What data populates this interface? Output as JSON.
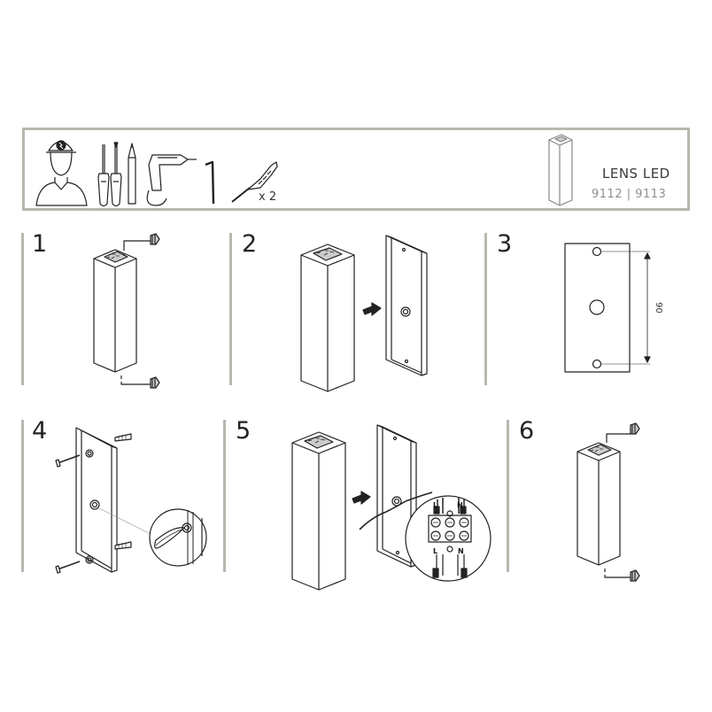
{
  "header": {
    "product_name": "LENS LED",
    "product_code": "9112 | 9113",
    "dowel_qty": "x 2"
  },
  "steps": [
    {
      "number": "1"
    },
    {
      "number": "2"
    },
    {
      "number": "3"
    },
    {
      "number": "4"
    },
    {
      "number": "5"
    },
    {
      "number": "6"
    }
  ],
  "step3": {
    "dimension": "90"
  },
  "step5": {
    "terminal_labels": [
      "L",
      "N",
      "L",
      "N"
    ]
  },
  "colors": {
    "frame": "#b9b8af",
    "line": "#222222",
    "bulb_fill": "#cccccc"
  }
}
